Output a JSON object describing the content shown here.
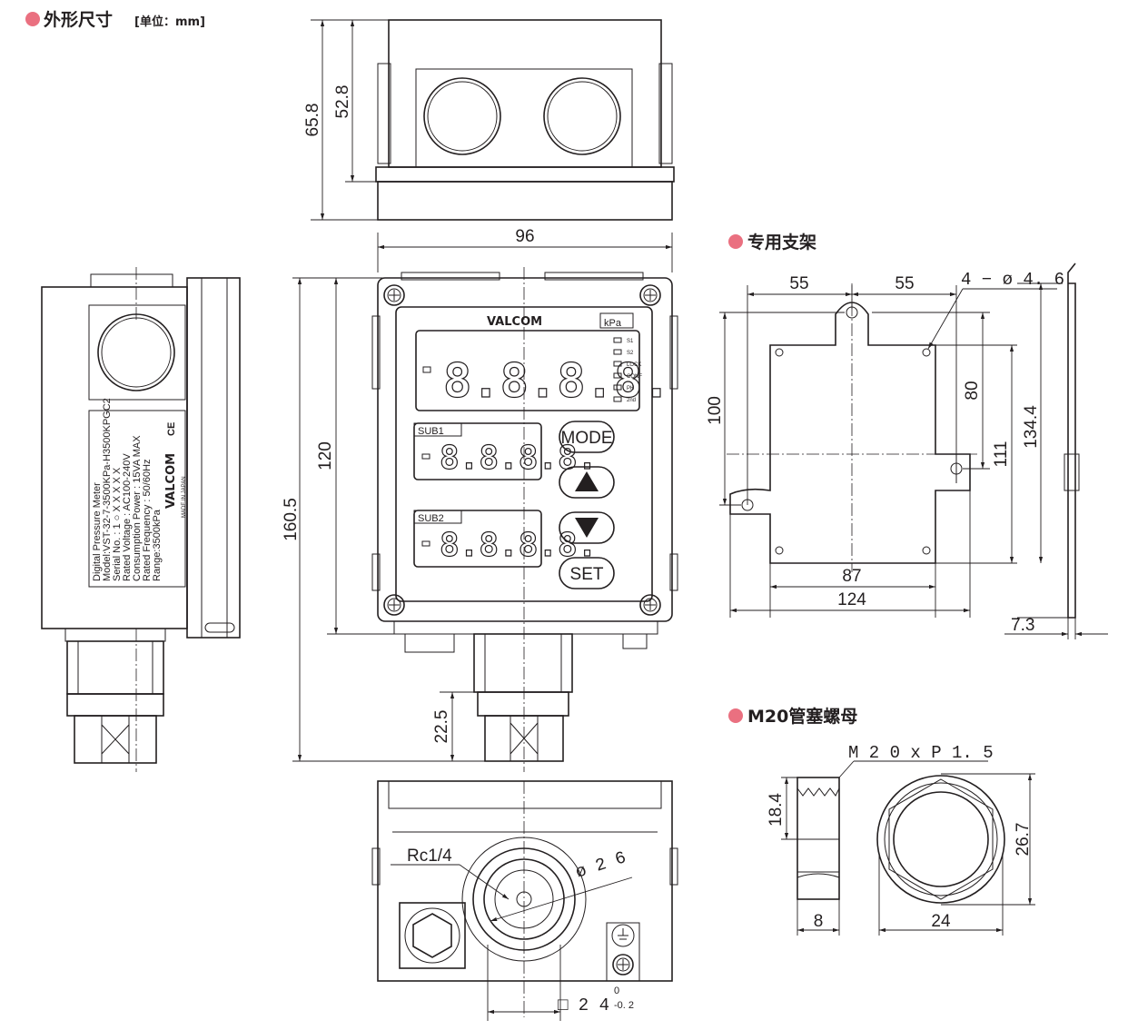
{
  "sections": {
    "outline": {
      "title": "外形尺寸",
      "unit": "[单位：mm]"
    },
    "bracket": {
      "title": "专用支架"
    },
    "nut": {
      "title": "M20管塞螺母"
    }
  },
  "front_panel": {
    "brand": "VALCOM",
    "unit_label": "kPa",
    "indicators": [
      "S1",
      "S2",
      "LOCK",
      "CONF",
      "PH",
      "2nd"
    ],
    "main_display": "8.8.8.8.",
    "sub1_label": "SUB1",
    "sub2_label": "SUB2",
    "sub_display": "8.8.8.8.",
    "buttons": {
      "mode": "MODE",
      "set": "SET"
    }
  },
  "nameplate": {
    "lines": [
      "Digital Pressure Meter",
      "Model:VST-32-7-3500KPa-H3500KPGC2",
      "Serial No. : 1 ○ X X X X X",
      "Rated Voltage : AC100-240V",
      "Consumption Power : 15VA MAX",
      "Rated Frequency : 50/60Hz",
      "Range:3500kPa"
    ],
    "brand": "VALCOM",
    "origin": "MADE IN JAPAN",
    "mark": "CE"
  },
  "dimensions": {
    "top_total_height": "65.8",
    "top_body_height": "52.8",
    "width": "96",
    "total_height": "160.5",
    "body_height": "120",
    "port_length": "22.5",
    "port_thread": "Rc1/4",
    "port_dia": "ø 2 6",
    "hex": "□ 2 4",
    "hex_tol_upper": "0",
    "hex_tol_lower": "-0. 2",
    "bracket_left": "55",
    "bracket_right": "55",
    "bracket_holes": "4 − ø 4. 6",
    "bracket_height": "100",
    "bracket_hole_pitch_v": "80",
    "bracket_inner_h": "111",
    "bracket_outer_h": "134.4",
    "bracket_hole_pitch_h": "87",
    "bracket_width": "124",
    "bracket_thickness": "7.3",
    "nut_thread": "M 2 0 x P 1. 5",
    "nut_height": "18.4",
    "nut_thickness": "8",
    "nut_across_flats": "24",
    "nut_across_corners": "26.7"
  }
}
